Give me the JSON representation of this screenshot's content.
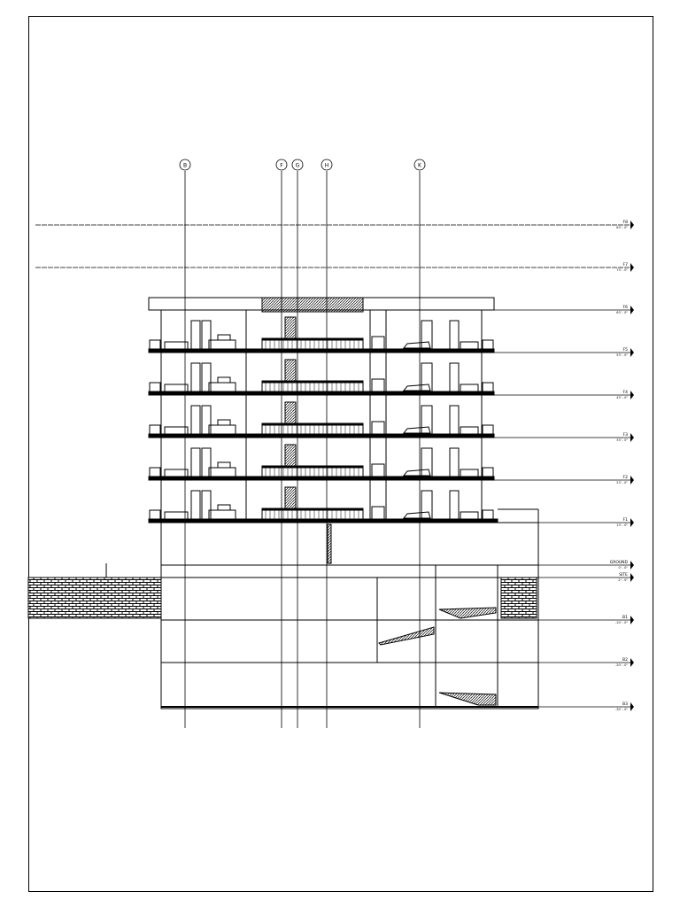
{
  "drawing": {
    "grid_lines": [
      {
        "label": "B",
        "x_frac": 0
      },
      {
        "label": "F",
        "x_frac": 0
      },
      {
        "label": "G",
        "x_frac": 0
      },
      {
        "label": "H",
        "x_frac": 0
      },
      {
        "label": "K",
        "x_frac": 0
      }
    ],
    "levels": [
      {
        "name": "F8",
        "elev": "83' - 0\""
      },
      {
        "name": "F7",
        "elev": "73' - 0\""
      },
      {
        "name": "F6",
        "elev": "63' - 0\""
      },
      {
        "name": "F5",
        "elev": "53' - 0\""
      },
      {
        "name": "F4",
        "elev": "43' - 0\""
      },
      {
        "name": "F3",
        "elev": "33' - 0\""
      },
      {
        "name": "F2",
        "elev": "23' - 0\""
      },
      {
        "name": "F1",
        "elev": "13' - 0\""
      },
      {
        "name": "GROUND",
        "elev": "0' - 0\""
      },
      {
        "name": "SITE",
        "elev": "-2' - 0\""
      },
      {
        "name": "B1",
        "elev": "-10' - 0\""
      },
      {
        "name": "B2",
        "elev": "-20' - 0\""
      },
      {
        "name": "B3",
        "elev": "-30' - 0\""
      }
    ]
  }
}
